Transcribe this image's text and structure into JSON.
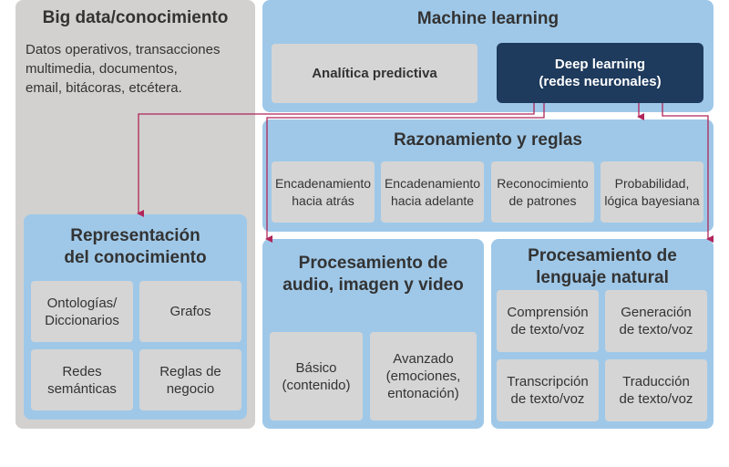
{
  "big_data": {
    "title": "Big data/conocimiento",
    "lines": [
      "Datos operativos, transacciones",
      "multimedia, documentos,",
      "email, bitácoras,  etcétera."
    ]
  },
  "machine_learning": {
    "title": "Machine learning",
    "analytics": "Analítica predictiva",
    "deep_line1": "Deep learning",
    "deep_line2": "(redes neuronales)"
  },
  "reasoning": {
    "title": "Razonamiento y reglas",
    "items": [
      {
        "l1": "Encadenamiento",
        "l2": "hacia atrás"
      },
      {
        "l1": "Encadenamiento",
        "l2": "hacia adelante"
      },
      {
        "l1": "Reconocimiento",
        "l2": "de patrones"
      },
      {
        "l1": "Probabilidad,",
        "l2": "lógica bayesiana"
      }
    ]
  },
  "knowledge": {
    "title1": "Representación",
    "title2": "del conocimiento",
    "items": [
      {
        "l1": "Ontologías/",
        "l2": "Diccionarios"
      },
      {
        "l1": "Grafos",
        "l2": ""
      },
      {
        "l1": "Redes",
        "l2": "semánticas"
      },
      {
        "l1": "Reglas de",
        "l2": "negocio"
      }
    ]
  },
  "audio": {
    "title1": "Procesamiento de",
    "title2": "audio, imagen y video",
    "basic_l1": "Básico",
    "basic_l2": "(contenido)",
    "adv_l1": "Avanzado",
    "adv_l2": "(emociones,",
    "adv_l3": "entonación)"
  },
  "nlp": {
    "title1": "Procesamiento de",
    "title2": "lenguaje natural",
    "items": [
      {
        "l1": "Comprensión",
        "l2": "de texto/voz"
      },
      {
        "l1": "Generación",
        "l2": "de texto/voz"
      },
      {
        "l1": "Transcripción",
        "l2": "de texto/voz"
      },
      {
        "l1": "Traducción",
        "l2": "de texto/voz"
      }
    ]
  },
  "colors": {
    "arrow": "#b0255a",
    "panel_blue": "#9fc8e8",
    "panel_gray": "#d2d1cf",
    "box": "#d5d5d5",
    "dark_box": "#1e3a5c"
  }
}
